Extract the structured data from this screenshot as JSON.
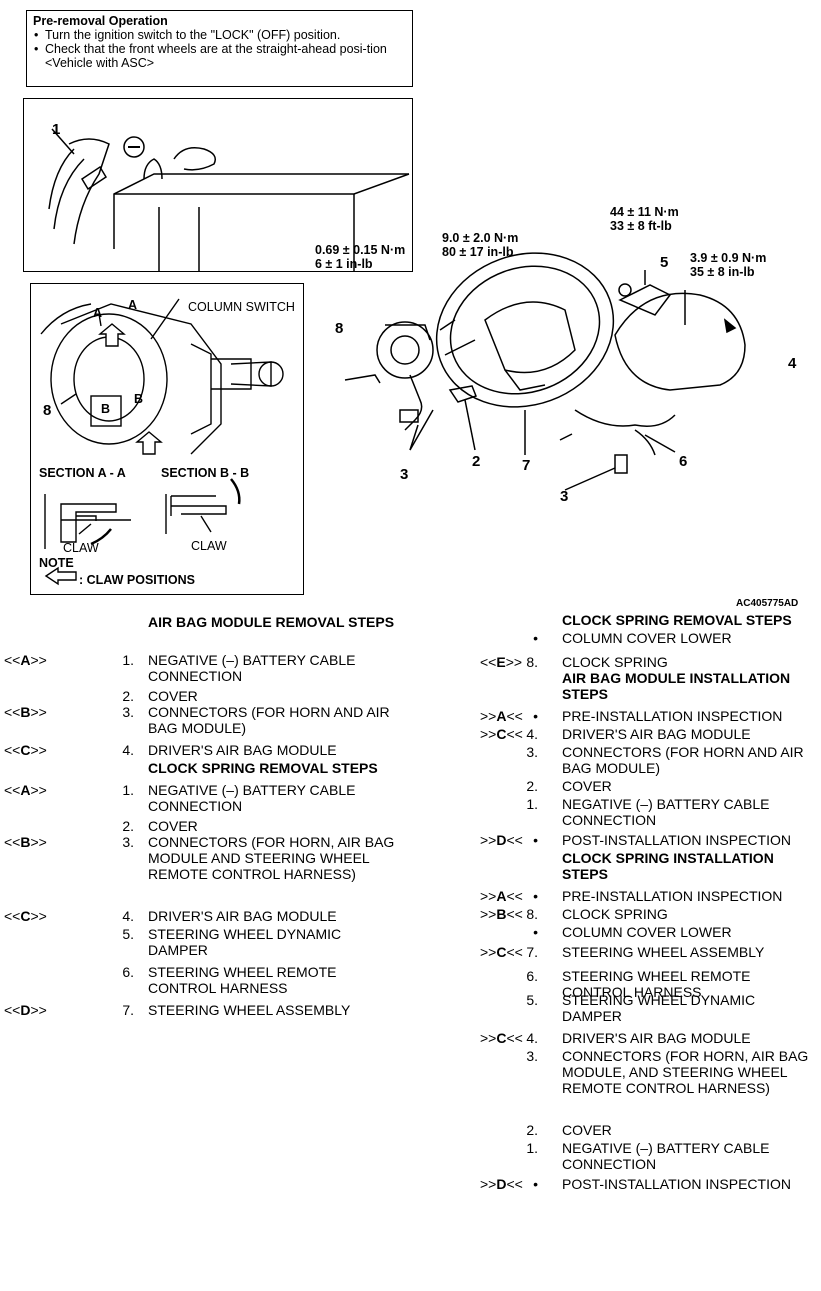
{
  "pre_removal": {
    "heading": "Pre-removal Operation",
    "items": [
      "Turn the ignition switch to the \"LOCK\" (OFF) position.",
      "Check that the front wheels are at the straight-ahead posi-tion <Vehicle with ASC>"
    ]
  },
  "figure": {
    "battery_callout": "1",
    "column_switch_label": "COLUMN SWITCH",
    "section_aa": "SECTION A - A",
    "section_bb": "SECTION B - B",
    "claw1": "CLAW",
    "claw2": "CLAW",
    "note": "NOTE",
    "claw_positions": ": CLAW POSITIONS",
    "letter_a": "A",
    "letter_b": "B",
    "callout_8_left": "8",
    "torque_1_line1": "0.69 ± 0.15 N·m",
    "torque_1_line2": "6 ± 1 in-lb",
    "torque_2_line1": "9.0 ± 2.0 N·m",
    "torque_2_line2": "80 ± 17 in-lb",
    "torque_3_line1": "44 ± 11 N·m",
    "torque_3_line2": "33 ± 8 ft-lb",
    "torque_4_line1": "3.9 ± 0.9 N·m",
    "torque_4_line2": "35 ± 8 in-lb",
    "c8": "8",
    "c5": "5",
    "c4": "4",
    "c2": "2",
    "c7": "7",
    "c3a": "3",
    "c3b": "3",
    "c6": "6",
    "figure_code": "AC405775AD"
  },
  "left_steps": [
    {
      "code": "",
      "idx": "",
      "text": "AIR BAG MODULE REMOVAL STEPS",
      "heading": true
    },
    {
      "code_pre": "<<",
      "code_letter": "A",
      "code_post": ">>",
      "idx": "1.",
      "text": "NEGATIVE (–) BATTERY CABLE CONNECTION"
    },
    {
      "code": "",
      "idx": "2.",
      "text": "COVER"
    },
    {
      "code_pre": "<<",
      "code_letter": "B",
      "code_post": ">>",
      "idx": "3.",
      "text": "CONNECTORS (FOR HORN AND AIR BAG MODULE)"
    },
    {
      "code_pre": "<<",
      "code_letter": "C",
      "code_post": ">>",
      "idx": "4.",
      "text": "DRIVER'S AIR BAG MODULE"
    },
    {
      "code": "",
      "idx": "",
      "text": "CLOCK SPRING REMOVAL STEPS",
      "heading": true
    },
    {
      "code_pre": "<<",
      "code_letter": "A",
      "code_post": ">>",
      "idx": "1.",
      "text": "NEGATIVE (–) BATTERY CABLE CONNECTION"
    },
    {
      "code": "",
      "idx": "2.",
      "text": "COVER"
    },
    {
      "code_pre": "<<",
      "code_letter": "B",
      "code_post": ">>",
      "idx": "3.",
      "text": "CONNECTORS (FOR HORN, AIR BAG MODULE AND STEERING WHEEL REMOTE CONTROL HARNESS)"
    },
    {
      "code_pre": "<<",
      "code_letter": "C",
      "code_post": ">>",
      "idx": "4.",
      "text": "DRIVER'S AIR BAG MODULE"
    },
    {
      "code": "",
      "idx": "5.",
      "text": "STEERING WHEEL DYNAMIC DAMPER"
    },
    {
      "code": "",
      "idx": "6.",
      "text": "STEERING WHEEL REMOTE CONTROL HARNESS"
    },
    {
      "code_pre": "<<",
      "code_letter": "D",
      "code_post": ">>",
      "idx": "7.",
      "text": "STEERING WHEEL ASSEMBLY"
    }
  ],
  "right_steps": [
    {
      "code": "",
      "idx": "",
      "text": "CLOCK SPRING REMOVAL STEPS",
      "heading": true
    },
    {
      "code": "",
      "idx": "•",
      "text": "COLUMN COVER LOWER"
    },
    {
      "code_pre": "<<",
      "code_letter": "E",
      "code_post": ">>",
      "idx": "8.",
      "text": "CLOCK SPRING"
    },
    {
      "code": "",
      "idx": "",
      "text": "AIR BAG MODULE INSTALLATION STEPS",
      "heading": true
    },
    {
      "code_pre": ">>",
      "code_letter": "A",
      "code_post": "<<",
      "idx": "•",
      "text": "PRE-INSTALLATION INSPECTION"
    },
    {
      "code_pre": ">>",
      "code_letter": "C",
      "code_post": "<<",
      "idx": "4.",
      "text": "DRIVER'S AIR BAG MODULE"
    },
    {
      "code": "",
      "idx": "3.",
      "text": "CONNECTORS (FOR HORN AND AIR BAG MODULE)"
    },
    {
      "code": "",
      "idx": "2.",
      "text": "COVER"
    },
    {
      "code": "",
      "idx": "1.",
      "text": "NEGATIVE (–) BATTERY CABLE CONNECTION"
    },
    {
      "code_pre": ">>",
      "code_letter": "D",
      "code_post": "<<",
      "idx": "•",
      "text": "POST-INSTALLATION INSPECTION"
    },
    {
      "code": "",
      "idx": "",
      "text": "CLOCK SPRING INSTALLATION STEPS",
      "heading": true
    },
    {
      "code_pre": ">>",
      "code_letter": "A",
      "code_post": "<<",
      "idx": "•",
      "text": "PRE-INSTALLATION INSPECTION"
    },
    {
      "code_pre": ">>",
      "code_letter": "B",
      "code_post": "<<",
      "idx": "8.",
      "text": "CLOCK SPRING"
    },
    {
      "code": "",
      "idx": "•",
      "text": "COLUMN COVER LOWER"
    },
    {
      "code_pre": ">>",
      "code_letter": "C",
      "code_post": "<<",
      "idx": "7.",
      "text": "STEERING WHEEL ASSEMBLY"
    },
    {
      "code": "",
      "idx": "6.",
      "text": "STEERING WHEEL REMOTE CONTROL HARNESS"
    },
    {
      "code": "",
      "idx": "5.",
      "text": "STEERING WHEEL DYNAMIC DAMPER"
    },
    {
      "code_pre": ">>",
      "code_letter": "C",
      "code_post": "<<",
      "idx": "4.",
      "text": "DRIVER'S AIR BAG MODULE"
    },
    {
      "code": "",
      "idx": "3.",
      "text": "CONNECTORS (FOR HORN, AIR BAG MODULE, AND STEERING WHEEL REMOTE CONTROL HARNESS)"
    },
    {
      "code": "",
      "idx": "2.",
      "text": "COVER"
    },
    {
      "code": "",
      "idx": "1.",
      "text": "NEGATIVE (–) BATTERY CABLE CONNECTION"
    },
    {
      "code_pre": ">>",
      "code_letter": "D",
      "code_post": "<<",
      "idx": "•",
      "text": "POST-INSTALLATION INSPECTION"
    }
  ]
}
